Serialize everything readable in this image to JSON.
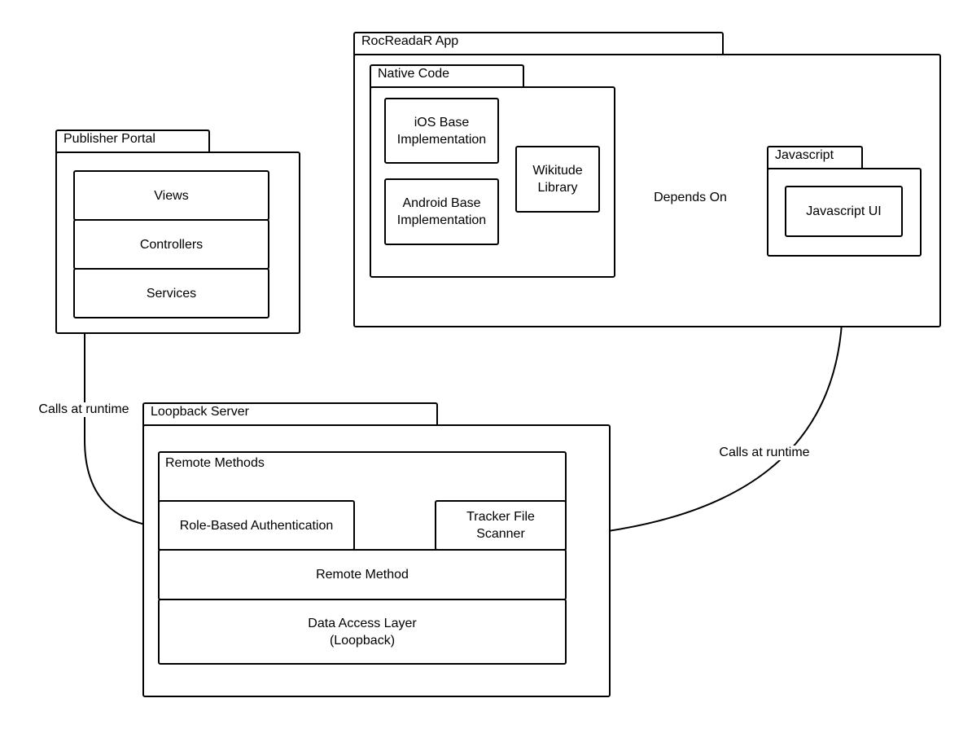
{
  "packages": {
    "publisher_portal": {
      "label": "Publisher Portal"
    },
    "rocreadar_app": {
      "label": "RocReadaR App"
    },
    "native_code": {
      "label": "Native Code"
    },
    "javascript": {
      "label": "Javascript"
    },
    "loopback_server": {
      "label": "Loopback Server"
    }
  },
  "nodes": {
    "views": "Views",
    "controllers": "Controllers",
    "services": "Services",
    "ios_base": "iOS Base\nImplementation",
    "android_base": "Android Base\nImplementation",
    "wikitude": "Wikitude\nLibrary",
    "javascript_ui": "Javascript UI",
    "remote_methods": "Remote Methods",
    "role_auth": "Role-Based Authentication",
    "tracker_scanner": "Tracker File\nScanner",
    "remote_method": "Remote Method",
    "data_access": "Data Access Layer\n(Loopback)"
  },
  "edges": {
    "depends_on": "Depends On",
    "portal_calls": "Calls at runtime",
    "js_calls": "Calls at runtime"
  }
}
